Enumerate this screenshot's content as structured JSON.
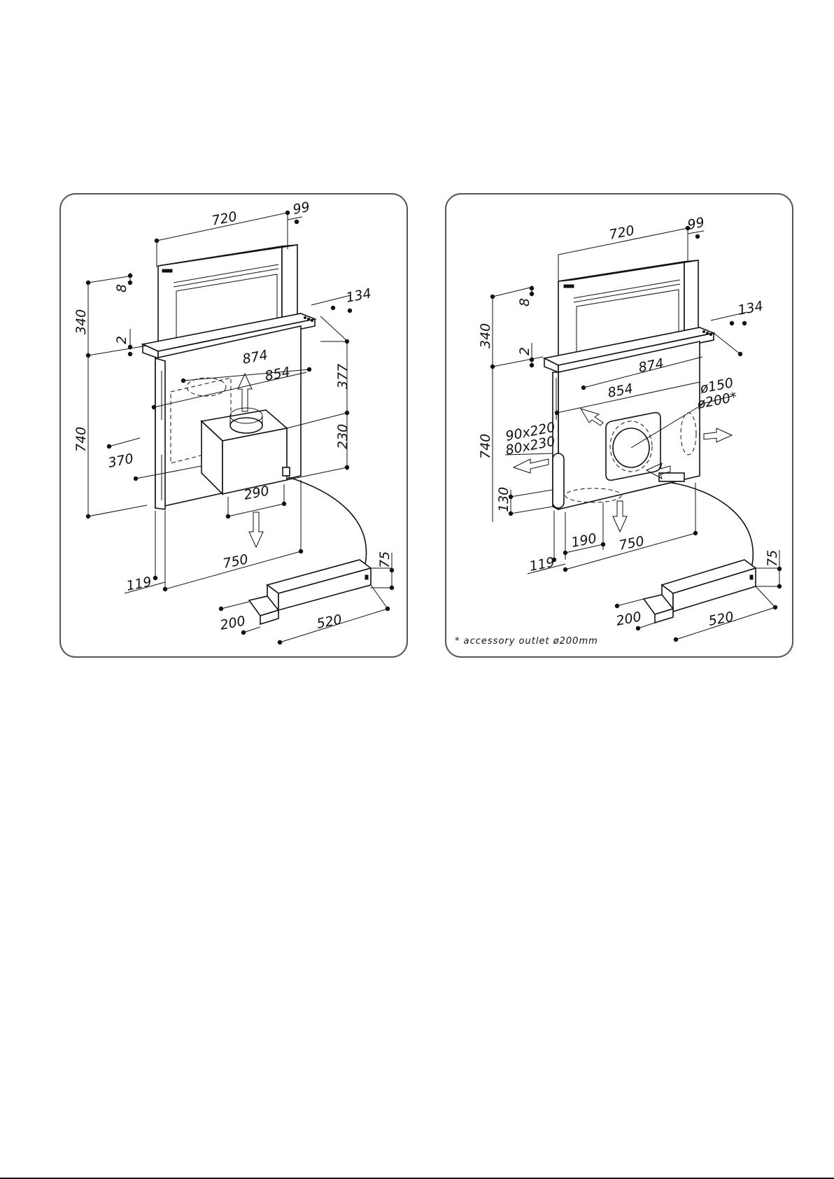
{
  "left_drawing": {
    "dimensions": {
      "width_720": "720",
      "depth_99": "99",
      "depth_134": "134",
      "height_8": "8",
      "height_340": "340",
      "height_2": "2",
      "width_874": "874",
      "width_854": "854",
      "height_377": "377",
      "height_740": "740",
      "height_230": "230",
      "width_370": "370",
      "width_290": "290",
      "width_750": "750",
      "depth_119": "119",
      "height_75": "75",
      "width_200": "200",
      "width_520": "520"
    }
  },
  "right_drawing": {
    "dimensions": {
      "width_720": "720",
      "depth_99": "99",
      "depth_134": "134",
      "height_8": "8",
      "height_340": "340",
      "height_2": "2",
      "width_874": "874",
      "width_854": "854",
      "outlet_150": "ø150",
      "outlet_200": "ø200*",
      "slot_90x220": "90x220",
      "slot_80x230": "80x230",
      "height_740": "740",
      "height_130": "130",
      "width_190": "190",
      "width_750": "750",
      "depth_119": "119",
      "height_75": "75",
      "width_200": "200",
      "width_520": "520"
    },
    "footnote": "* accessory outlet ø200mm"
  }
}
